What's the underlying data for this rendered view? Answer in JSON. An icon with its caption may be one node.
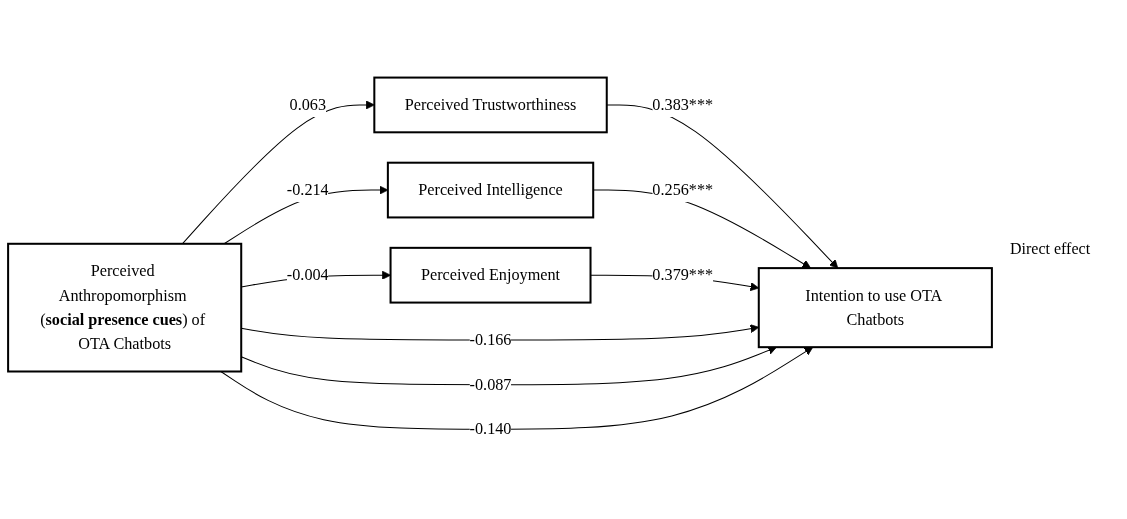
{
  "diagram": {
    "nodes": [
      {
        "text": [
          "Perceived Anthropomorphism (**social presence cues**) of OTA Chatbots"
        ]
      },
      {
        "text": [
          "Perceived Trustworthiness"
        ]
      },
      {
        "text": [
          "Perceived Intelligence"
        ]
      },
      {
        "text": [
          "Perceived Enjoyment"
        ]
      },
      {
        "text": [
          "Intention to use OTA Chatbots"
        ]
      }
    ],
    "edges": [
      {
        "from": 0,
        "to": 1,
        "arrow": "to",
        "label": "0.063"
      },
      {
        "from": 0,
        "to": 2,
        "arrow": "to",
        "label": "-0.214"
      },
      {
        "from": 0,
        "to": 3,
        "arrow": "to",
        "label": "-0.004"
      },
      {
        "from": 1,
        "to": 4,
        "arrow": "to",
        "label": "0.383***"
      },
      {
        "from": 2,
        "to": 4,
        "arrow": "to",
        "label": "0.256***"
      },
      {
        "from": 3,
        "to": 4,
        "arrow": "to",
        "label": "0.379***"
      },
      {
        "from": 0,
        "to": 4,
        "arrow": "to",
        "label": "-0.166"
      },
      {
        "from": 0,
        "to": 4,
        "arrow": "to",
        "label": "-0.087"
      },
      {
        "from": 0,
        "to": 4,
        "arrow": "to",
        "label": "-0.140"
      }
    ],
    "labels": [
      "Direct effect"
    ]
  }
}
